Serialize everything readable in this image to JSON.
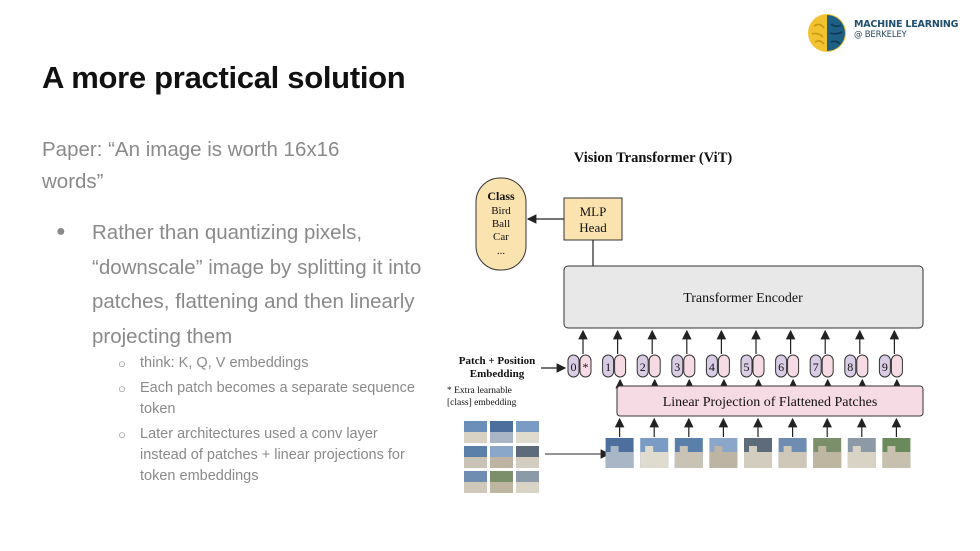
{
  "logo": {
    "line1": "MACHINE LEARNING",
    "line2": "@ BERKELEY"
  },
  "slide": {
    "title": "A more practical solution",
    "paper": "Paper: “An image is worth 16x16 words”",
    "bullet": "Rather than quantizing pixels, “downscale” image by splitting it into patches, flattening and then linearly projecting them",
    "sub_items": [
      "think: K, Q, V embeddings",
      "Each patch becomes a separate sequence token",
      "Later architectures used a conv layer instead of patches + linear projections for token embeddings"
    ]
  },
  "diagram": {
    "title": "Vision Transformer (ViT)",
    "class_box": {
      "title": "Class",
      "items": [
        "Bird",
        "Ball",
        "Car",
        "..."
      ]
    },
    "mlp_head": [
      "MLP",
      "Head"
    ],
    "encoder": "Transformer Encoder",
    "patch_embed_label": [
      "Patch + Position",
      "Embedding"
    ],
    "extra_note": [
      "* Extra learnable",
      "[class] embedding"
    ],
    "position_ids": [
      "0",
      "1",
      "2",
      "3",
      "4",
      "5",
      "6",
      "7",
      "8",
      "9"
    ],
    "class_token": "*",
    "linear_projection": "Linear Projection of Flattened Patches",
    "colors": {
      "token_pink": "#f7dbe4",
      "token_purple": "#d9cde6",
      "encoder_gray": "#e8e8e8",
      "class_fill": "#fbe3b0",
      "mlp_fill": "#fbe3b0"
    }
  }
}
